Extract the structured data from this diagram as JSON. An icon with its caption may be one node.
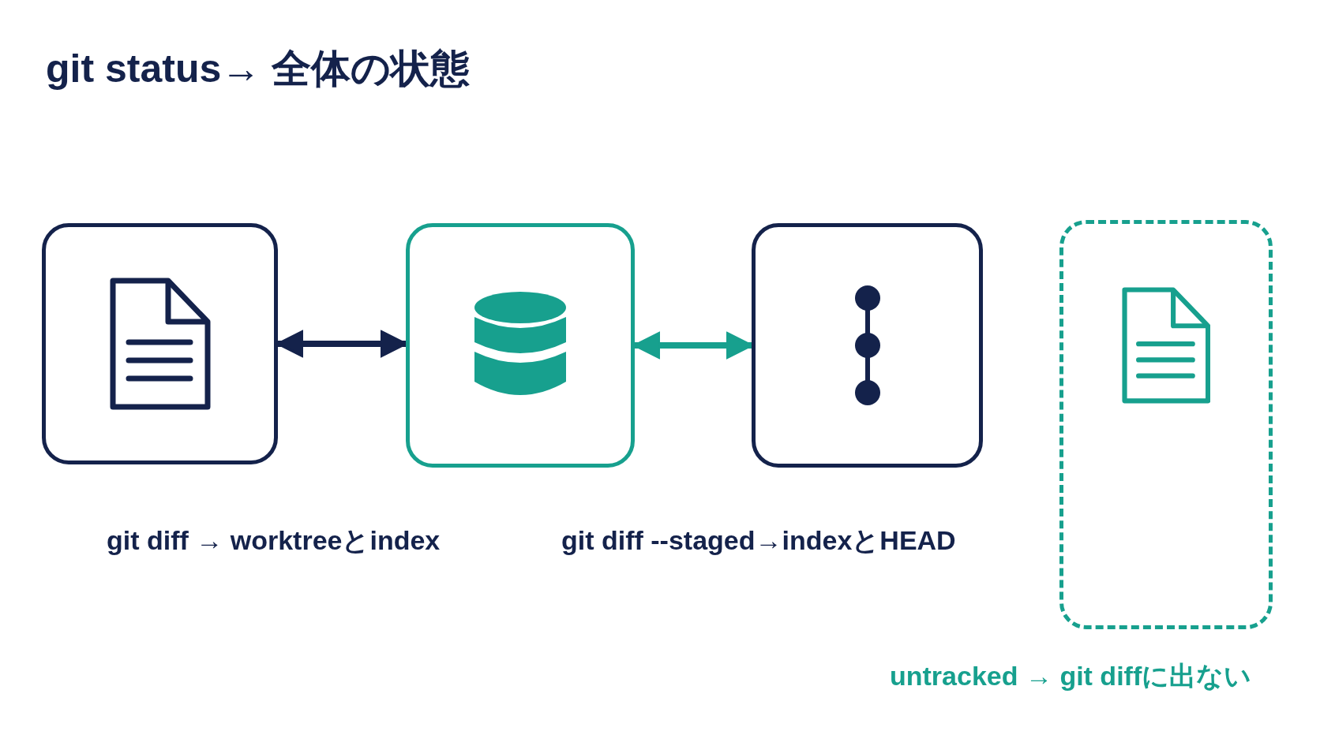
{
  "diagram": {
    "title": "git status→ 全体の状態",
    "nodes": [
      {
        "text": [],
        "shape": "box"
      },
      {
        "text": [],
        "shape": "box"
      },
      {
        "text": [],
        "shape": "box"
      },
      {
        "text": [],
        "shape": "box"
      }
    ],
    "edges": [
      {
        "from": 0,
        "to": 1,
        "arrow": "both",
        "color": "#14224b"
      },
      {
        "from": 1,
        "to": 2,
        "arrow": "both",
        "color": "#17a08e"
      }
    ],
    "labels": [
      "git diff → worktreeとindex",
      "git diff --staged→indexとHEAD",
      "untracked → git diffに出ない"
    ]
  }
}
